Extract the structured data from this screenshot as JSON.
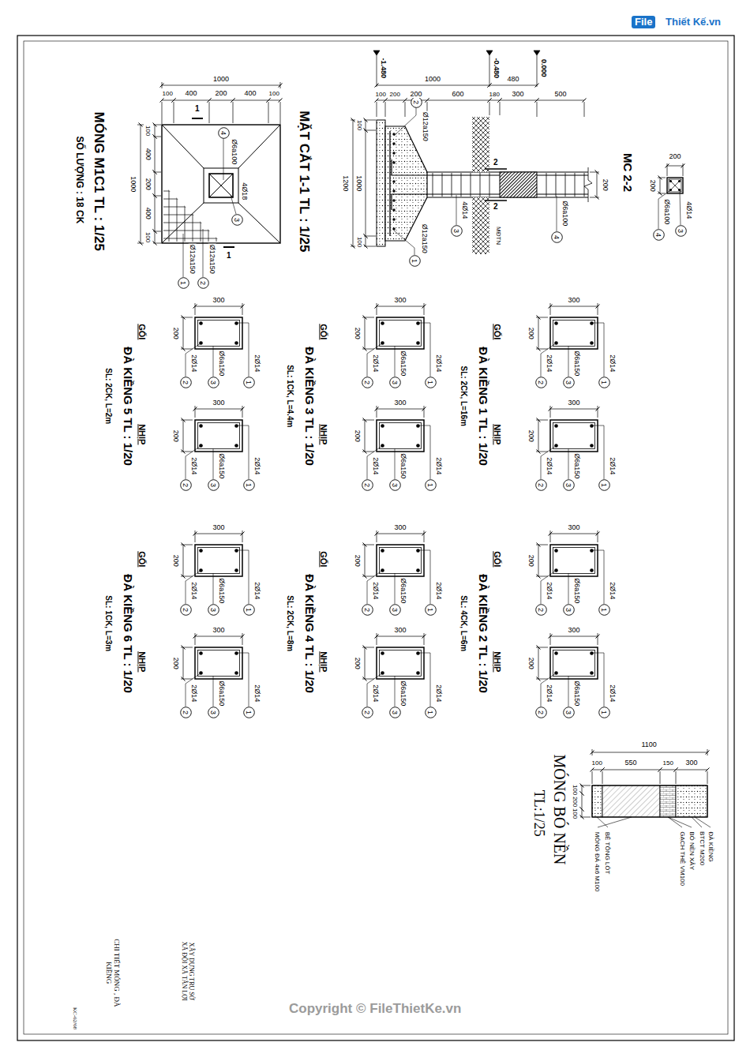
{
  "diagram": {
    "nodes": [
      {
        "text": [
          "4"
        ]
      },
      {
        "text": [
          "3"
        ]
      },
      {
        "text": [
          "1"
        ]
      },
      {
        "text": [
          "2"
        ]
      },
      {
        "text": [
          "2"
        ]
      },
      {
        "text": [
          "1"
        ]
      },
      {
        "text": [
          "3"
        ]
      },
      {
        "text": [
          "4"
        ]
      },
      {
        "text": [
          "3"
        ]
      },
      {
        "text": [
          "4"
        ]
      },
      {
        "text": [
          "2"
        ]
      },
      {
        "text": [
          "3"
        ]
      },
      {
        "text": [
          "1"
        ]
      },
      {
        "text": [
          "2"
        ]
      },
      {
        "text": [
          "3"
        ]
      },
      {
        "text": [
          "1"
        ]
      },
      {
        "text": [
          "2"
        ]
      },
      {
        "text": [
          "3"
        ]
      },
      {
        "text": [
          "1"
        ]
      },
      {
        "text": [
          "2"
        ]
      },
      {
        "text": [
          "3"
        ]
      },
      {
        "text": [
          "1"
        ]
      },
      {
        "text": [
          "2"
        ]
      },
      {
        "text": [
          "3"
        ]
      },
      {
        "text": [
          "1"
        ]
      },
      {
        "text": [
          "2"
        ]
      },
      {
        "text": [
          "3"
        ]
      },
      {
        "text": [
          "1"
        ]
      },
      {
        "text": [
          "2"
        ]
      },
      {
        "text": [
          "3"
        ]
      },
      {
        "text": [
          "1"
        ]
      },
      {
        "text": [
          "2"
        ]
      },
      {
        "text": [
          "3"
        ]
      },
      {
        "text": [
          "1"
        ]
      },
      {
        "text": [
          "2"
        ]
      },
      {
        "text": [
          "3"
        ]
      },
      {
        "text": [
          "1"
        ]
      },
      {
        "text": [
          "2"
        ]
      },
      {
        "text": [
          "3"
        ]
      },
      {
        "text": [
          "1"
        ]
      },
      {
        "text": [
          "2"
        ]
      },
      {
        "text": [
          "3"
        ]
      },
      {
        "text": [
          "1"
        ]
      },
      {
        "text": [
          "2"
        ]
      },
      {
        "text": [
          "3"
        ]
      },
      {
        "text": [
          "1"
        ]
      }
    ],
    "labels": [
      "MÓNG M1C1 TL : 1/25",
      "SỐ LƯỢNG : 18 CK",
      "1000",
      "100",
      "400",
      "200",
      "400",
      "100",
      "1000",
      "100",
      "400",
      "200",
      "400",
      "100",
      "1",
      "1",
      "Ø6a100",
      "4Ø18",
      "Ø12a150",
      "Ø12a150",
      "MẶT CẮT 1-1 TL : 1/25",
      "-1.480",
      "-0.480",
      "0.000",
      "1000",
      "480",
      "100",
      "200",
      "200",
      "600",
      "180",
      "300",
      "500",
      "1200",
      "100",
      "1000",
      "100",
      "Ø12a150",
      "Ø12a150",
      "4Ø14",
      "Ø6a100",
      "2",
      "2",
      "MĐTN",
      "200",
      "MC 2-2",
      "200",
      "200",
      "4Ø14",
      "Ø6a100",
      "ĐÀ KIỀNG 1 TL : 1/20",
      "SL: 2CK, L=16m",
      "GỐI",
      "300",
      "200",
      "2Ø14",
      "Ø6a150",
      "2Ø14",
      "NHỊP",
      "300",
      "200",
      "2Ø14",
      "Ø6a150",
      "2Ø14",
      "ĐÀ KIỀNG 2 TL : 1/20",
      "SL: 4CK, L=6m",
      "GỐI",
      "300",
      "200",
      "2Ø14",
      "Ø6a150",
      "2Ø14",
      "NHỊP",
      "300",
      "200",
      "2Ø14",
      "Ø6a150",
      "2Ø14",
      "ĐÀ KIỀNG 3 TL : 1/20",
      "SL: 1CK, L=4.4m",
      "GỐI",
      "300",
      "200",
      "2Ø14",
      "Ø6a150",
      "2Ø14",
      "NHỊP",
      "300",
      "200",
      "2Ø14",
      "Ø6a150",
      "2Ø14",
      "ĐÀ KIỀNG 4 TL : 1/20",
      "SL: 2CK, L=8m",
      "GỐI",
      "300",
      "200",
      "2Ø14",
      "Ø6a150",
      "2Ø14",
      "NHỊP",
      "300",
      "200",
      "2Ø14",
      "Ø6a150",
      "2Ø14",
      "ĐÀ KIỀNG 5 TL : 1/20",
      "SL: 2CK, L=2m",
      "GỐI",
      "300",
      "200",
      "2Ø14",
      "Ø6a150",
      "2Ø14",
      "NHỊP",
      "300",
      "200",
      "2Ø14",
      "Ø6a150",
      "2Ø14",
      "ĐÀ KIỀNG 6 TL : 1/20",
      "SL: 1CK, L=3m",
      "GỐI",
      "300",
      "200",
      "2Ø14",
      "Ø6a150",
      "2Ø14",
      "NHỊP",
      "300",
      "200",
      "2Ø14",
      "Ø6a150",
      "2Ø14",
      "MÓNG BÓ NỀN",
      "TL:1/25",
      "1100",
      "100",
      "550",
      "150",
      "300",
      "100",
      "200",
      "100",
      "ĐÀ KIỀNG",
      "BTCT M200",
      "BÓ NỀN XÂY",
      "GẠCH THẺ VM100",
      "BÊ TÔNG LÓT",
      "MÓNG ĐÁ 4x6 M100",
      "XÂY DỰNG TRỤ SỞ XÃ ĐỘI XÃ TÂN LỢI",
      "CHI TIẾT MÓNG , ĐÀ KIỀNG",
      "KC-02/08",
      "Copyright © FileThietKe.vn",
      "File",
      "Thiết Kế.vn"
    ]
  }
}
